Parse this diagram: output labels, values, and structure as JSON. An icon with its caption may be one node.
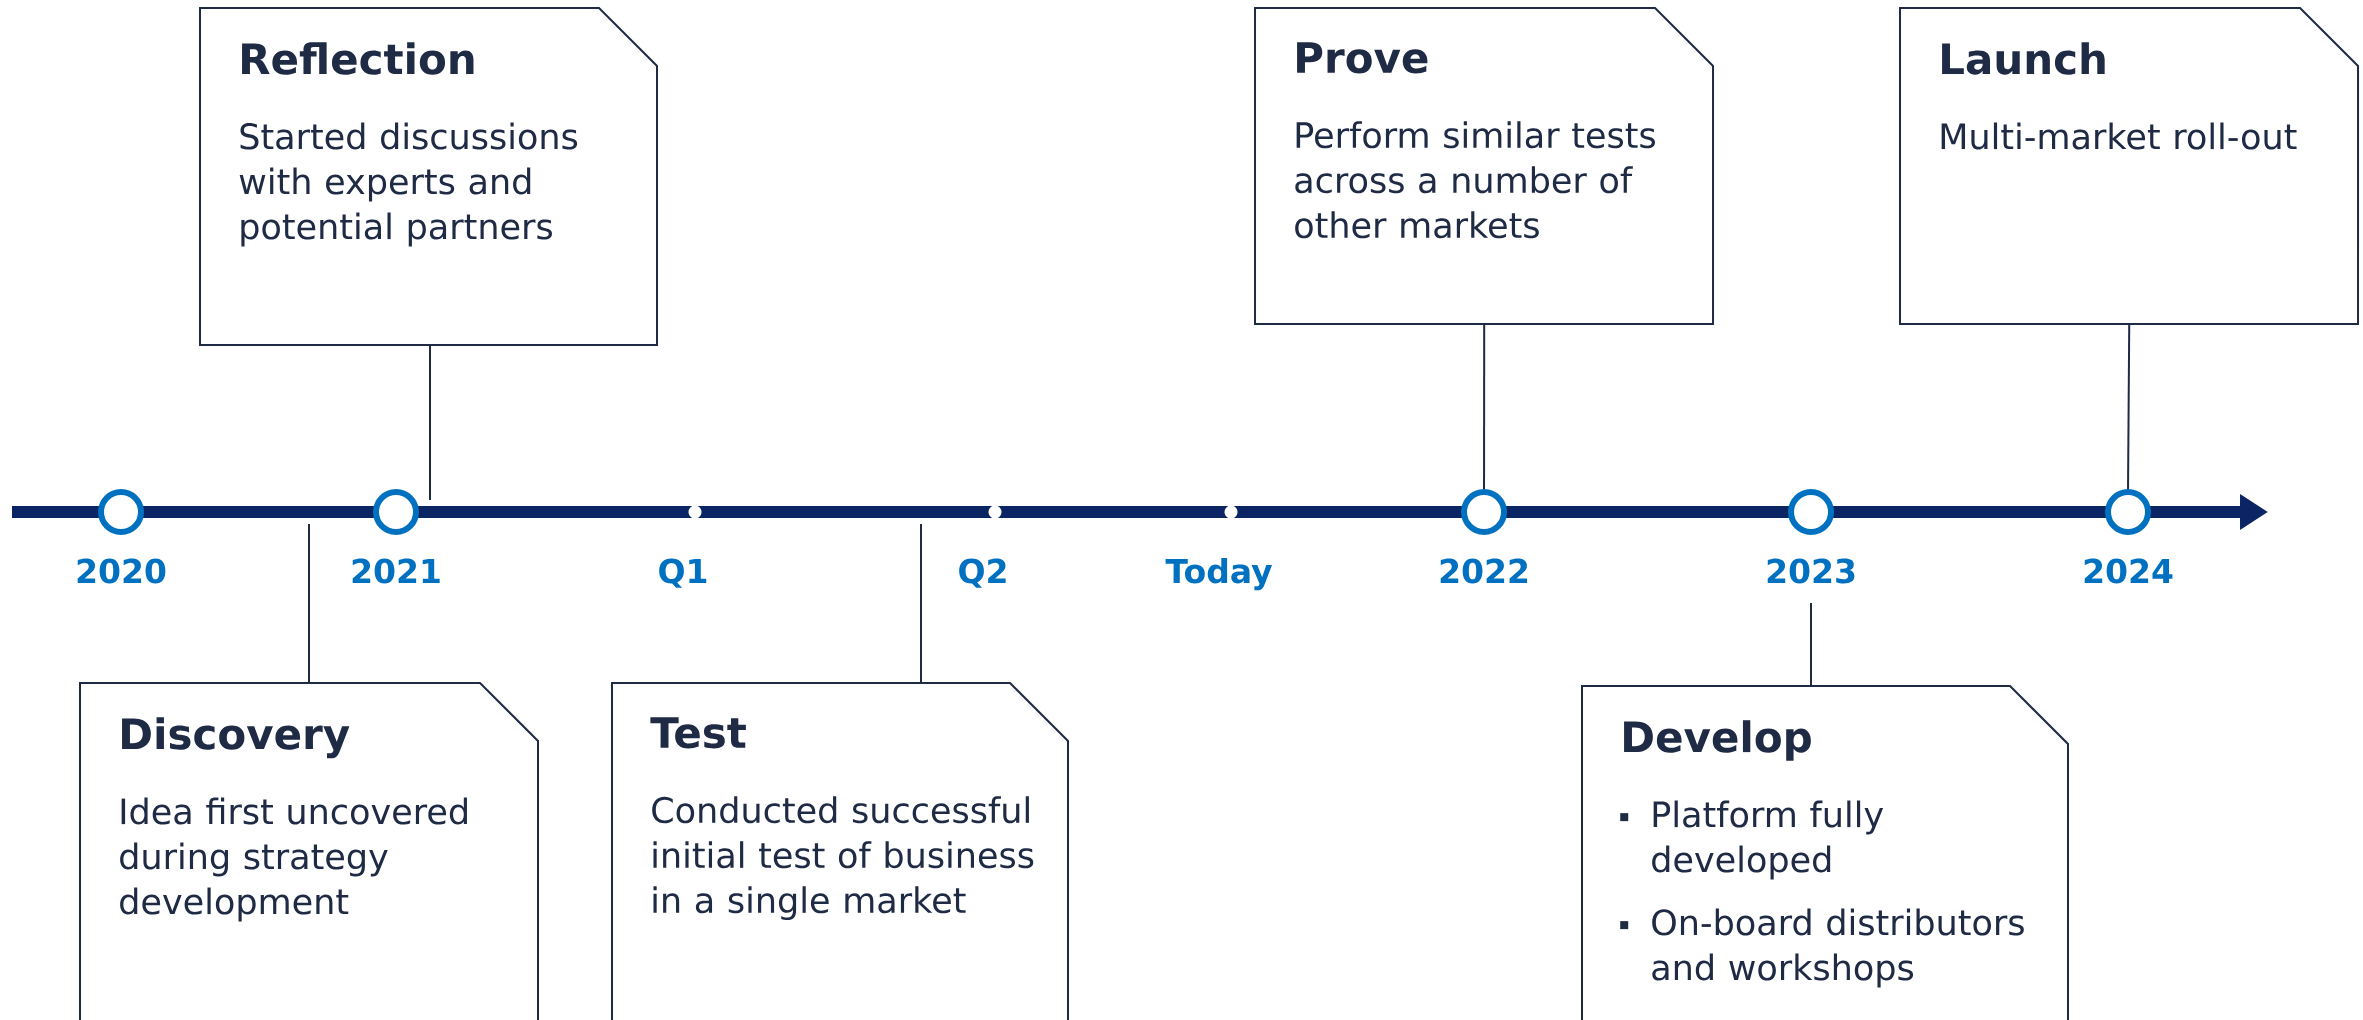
{
  "diagram": {
    "nodes": [
      {
        "text": [],
        "shape": "bar"
      },
      {
        "text": [],
        "shape": "circle",
        "beside": [
          "2020"
        ]
      },
      {
        "text": [],
        "shape": "circle",
        "beside": [
          "2021"
        ]
      },
      {
        "text": [],
        "shape": "dot",
        "beside": [
          "Q1"
        ],
        "in": 0
      },
      {
        "text": [],
        "shape": "dot",
        "beside": [
          "Q2"
        ],
        "in": 0
      },
      {
        "text": [],
        "shape": "dot",
        "beside": [
          "Today"
        ],
        "in": 0
      },
      {
        "text": [],
        "shape": "circle",
        "beside": [
          "2022"
        ]
      },
      {
        "text": [],
        "shape": "circle",
        "beside": [
          "2023"
        ]
      },
      {
        "text": [],
        "shape": "circle",
        "beside": [
          "2024"
        ]
      },
      {
        "text": [
          "Reflection",
          "Started discussions with experts and potential partners"
        ]
      },
      {
        "text": [
          "Prove",
          "Perform similar tests across a number of other markets"
        ]
      },
      {
        "text": [
          "Launch",
          "Multi-market roll-out"
        ]
      },
      {
        "text": [
          "Discovery",
          "Idea first uncovered during strategy development"
        ]
      },
      {
        "text": [
          "Test",
          "Conducted successful initial test of business in a single market"
        ]
      },
      {
        "text": [
          "Develop",
          "Platform fully developed",
          "On-board distributors and workshops"
        ]
      }
    ],
    "edges": [
      {
        "from": 9,
        "to": 0,
        "arrow": "none"
      },
      {
        "from": 10,
        "to": 6,
        "arrow": "none"
      },
      {
        "from": 11,
        "to": 8,
        "arrow": "none"
      },
      {
        "from": 12,
        "to": 0,
        "arrow": "none"
      },
      {
        "from": 13,
        "to": 0,
        "arrow": "none"
      },
      {
        "from": 14,
        "to": 7,
        "arrow": "none"
      }
    ]
  }
}
